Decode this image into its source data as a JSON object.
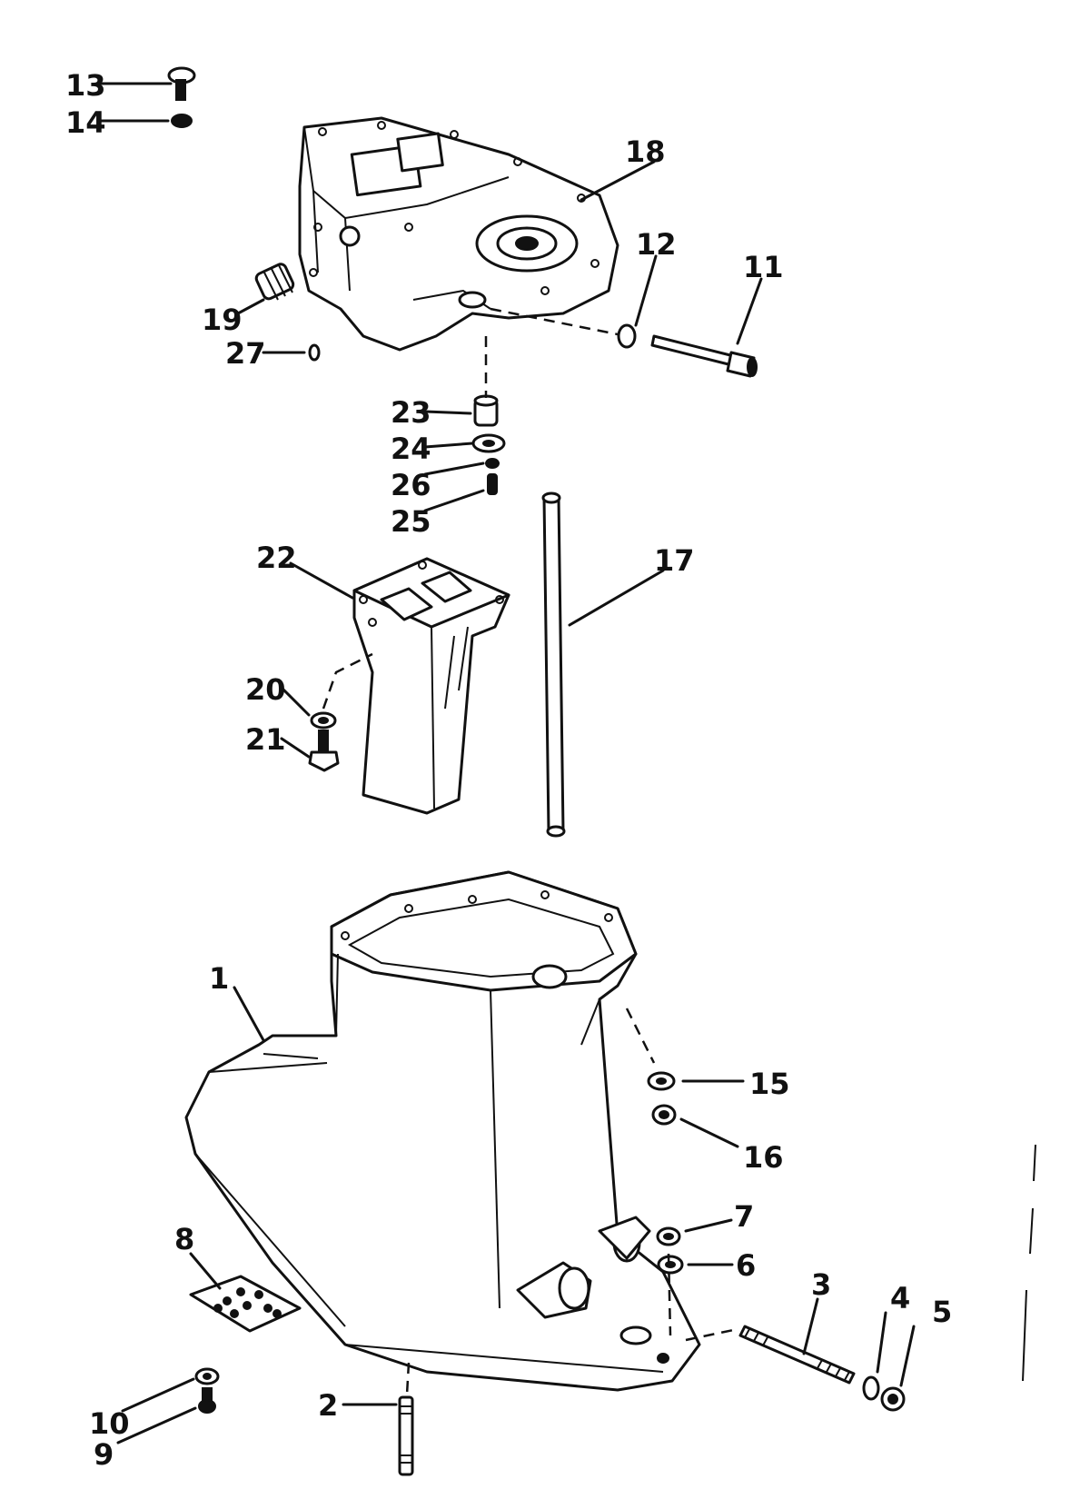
{
  "callouts": [
    {
      "id": "1",
      "label": "1"
    },
    {
      "id": "2",
      "label": "2"
    },
    {
      "id": "3",
      "label": "3"
    },
    {
      "id": "4",
      "label": "4"
    },
    {
      "id": "5",
      "label": "5"
    },
    {
      "id": "6",
      "label": "6"
    },
    {
      "id": "7",
      "label": "7"
    },
    {
      "id": "8",
      "label": "8"
    },
    {
      "id": "9",
      "label": "9"
    },
    {
      "id": "10",
      "label": "10"
    },
    {
      "id": "11",
      "label": "11"
    },
    {
      "id": "12",
      "label": "12"
    },
    {
      "id": "13",
      "label": "13"
    },
    {
      "id": "14",
      "label": "14"
    },
    {
      "id": "15",
      "label": "15"
    },
    {
      "id": "16",
      "label": "16"
    },
    {
      "id": "17",
      "label": "17"
    },
    {
      "id": "18",
      "label": "18"
    },
    {
      "id": "19",
      "label": "19"
    },
    {
      "id": "20",
      "label": "20"
    },
    {
      "id": "21",
      "label": "21"
    },
    {
      "id": "22",
      "label": "22"
    },
    {
      "id": "23",
      "label": "23"
    },
    {
      "id": "24",
      "label": "24"
    },
    {
      "id": "25",
      "label": "25"
    },
    {
      "id": "26",
      "label": "26"
    },
    {
      "id": "27",
      "label": "27"
    }
  ],
  "colors": {
    "ink": "#111111",
    "paper": "#ffffff"
  }
}
